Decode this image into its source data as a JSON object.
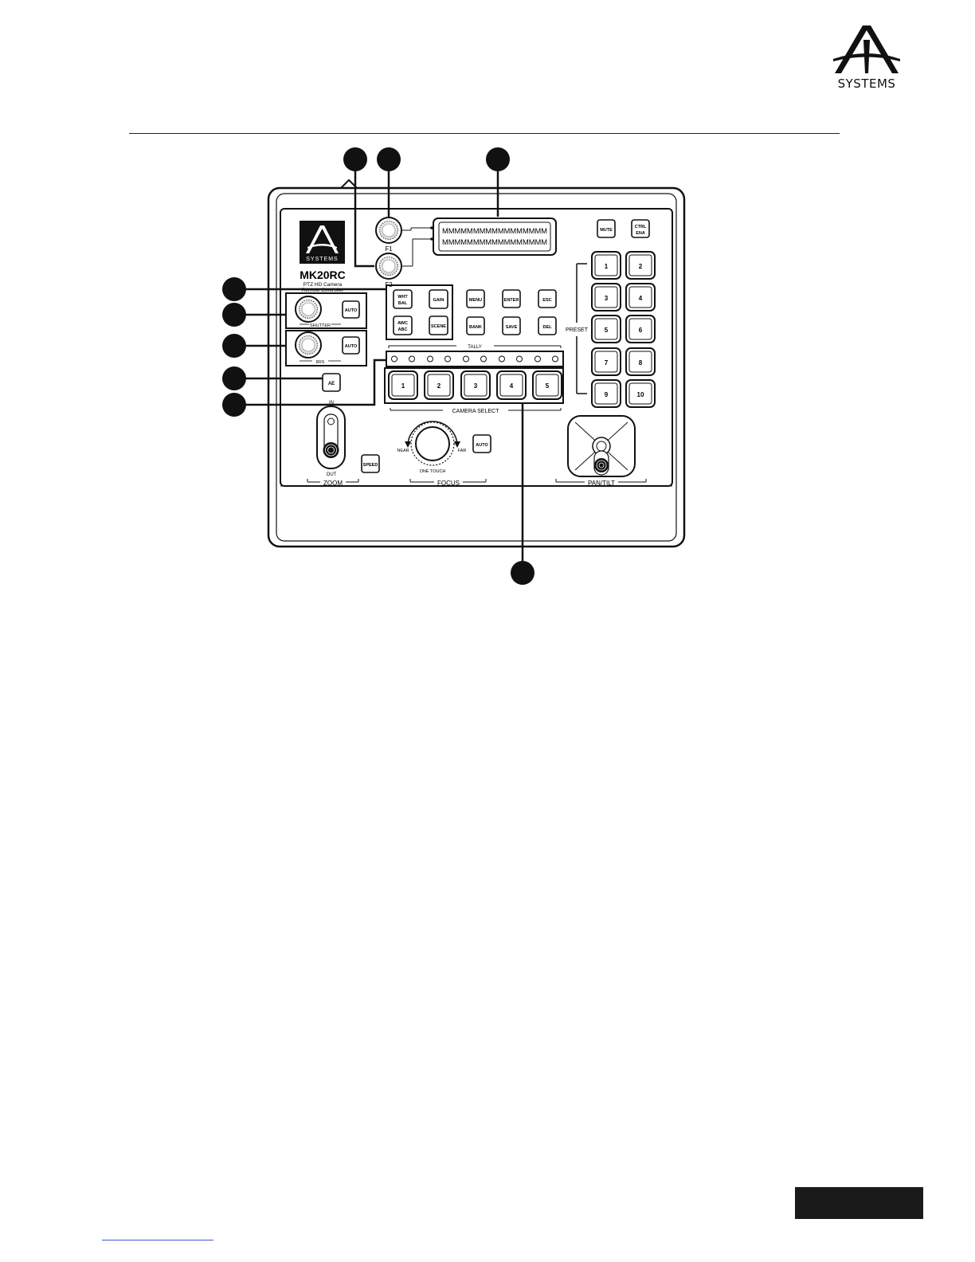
{
  "brand": {
    "logo_text": "SYSTEMS"
  },
  "device": {
    "model": "MK20RC",
    "subtitle_line1": "PTZ HD Camera",
    "subtitle_line2": "Remote Controller",
    "logo_text": "SYSTEMS"
  },
  "knobs": {
    "f1": "F1",
    "f2": "F2",
    "shutter": "SHUTTER",
    "iris": "IRIS"
  },
  "buttons": {
    "mute": "MUTE",
    "ctrl_ena_1": "CTRL",
    "ctrl_ena_2": "ENA",
    "wht_bal_1": "WHT",
    "wht_bal_2": "BAL",
    "gain": "GAIN",
    "awc_abc_1": "AWC",
    "awc_abc_2": "ABC",
    "scene": "SCENE",
    "menu": "MENU",
    "enter": "ENTER",
    "esc": "ESC",
    "bank": "BANK",
    "save": "SAVE",
    "del": "DEL",
    "shutter_auto": "AUTO",
    "iris_auto": "AUTO",
    "ae": "AE",
    "speed": "SPEED",
    "focus_auto": "AUTO"
  },
  "preset": {
    "label": "PRESET",
    "buttons": [
      "1",
      "2",
      "3",
      "4",
      "5",
      "6",
      "7",
      "8",
      "9",
      "10"
    ]
  },
  "tally": {
    "label": "TALLY"
  },
  "camera_select": {
    "label": "CAMERA SELECT",
    "buttons": [
      "1",
      "2",
      "3",
      "4",
      "5"
    ]
  },
  "zoom": {
    "label": "ZOOM",
    "in": "IN",
    "out": "OUT"
  },
  "focus": {
    "label": "FOCUS",
    "near": "NEAR",
    "far": "FAR",
    "one_touch": "ONE TOUCH"
  },
  "pantilt": {
    "label": "PAN/TILT"
  },
  "lcd": {
    "row1": "MMMMMMMMMMMMMMMMM",
    "row2": "MMMMMMMMMMMMMMMMM"
  }
}
